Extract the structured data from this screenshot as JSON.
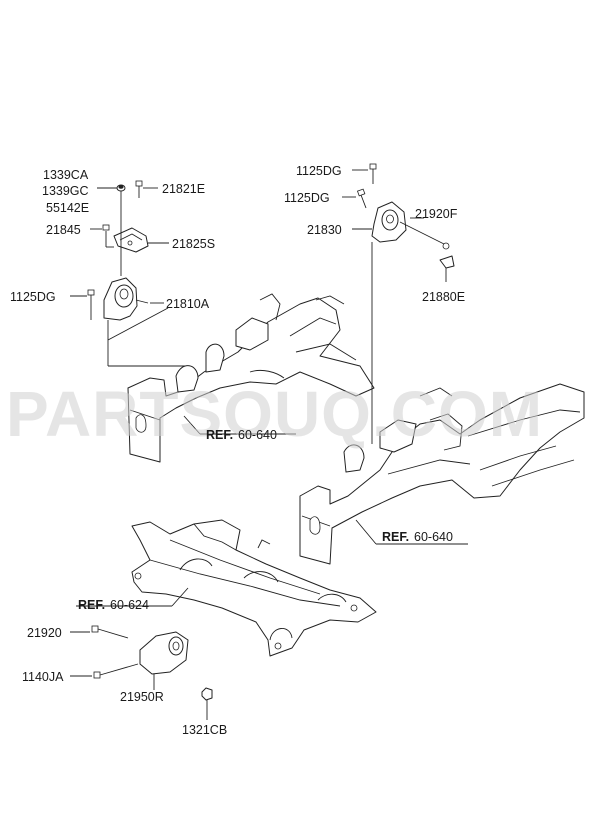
{
  "watermark": "PARTSOUQ.COM",
  "labels": {
    "p1339CA": "1339CA",
    "p1339GC": "1339GC",
    "p55142E": "55142E",
    "p21821E": "21821E",
    "p21845": "21845",
    "p21825S": "21825S",
    "p1125DG_left": "1125DG",
    "p21810A": "21810A",
    "p1125DG_top": "1125DG",
    "p1125DG_mid": "1125DG",
    "p21920F": "21920F",
    "p21830": "21830",
    "p21880E": "21880E",
    "p21920": "21920",
    "p1140JA": "1140JA",
    "p21950R": "21950R",
    "p1321CB": "1321CB"
  },
  "refs": {
    "ref_left": {
      "prefix": "REF.",
      "number": "60-640"
    },
    "ref_right": {
      "prefix": "REF.",
      "number": "60-640"
    },
    "ref_sub": {
      "prefix": "REF.",
      "number": "60-624"
    }
  }
}
